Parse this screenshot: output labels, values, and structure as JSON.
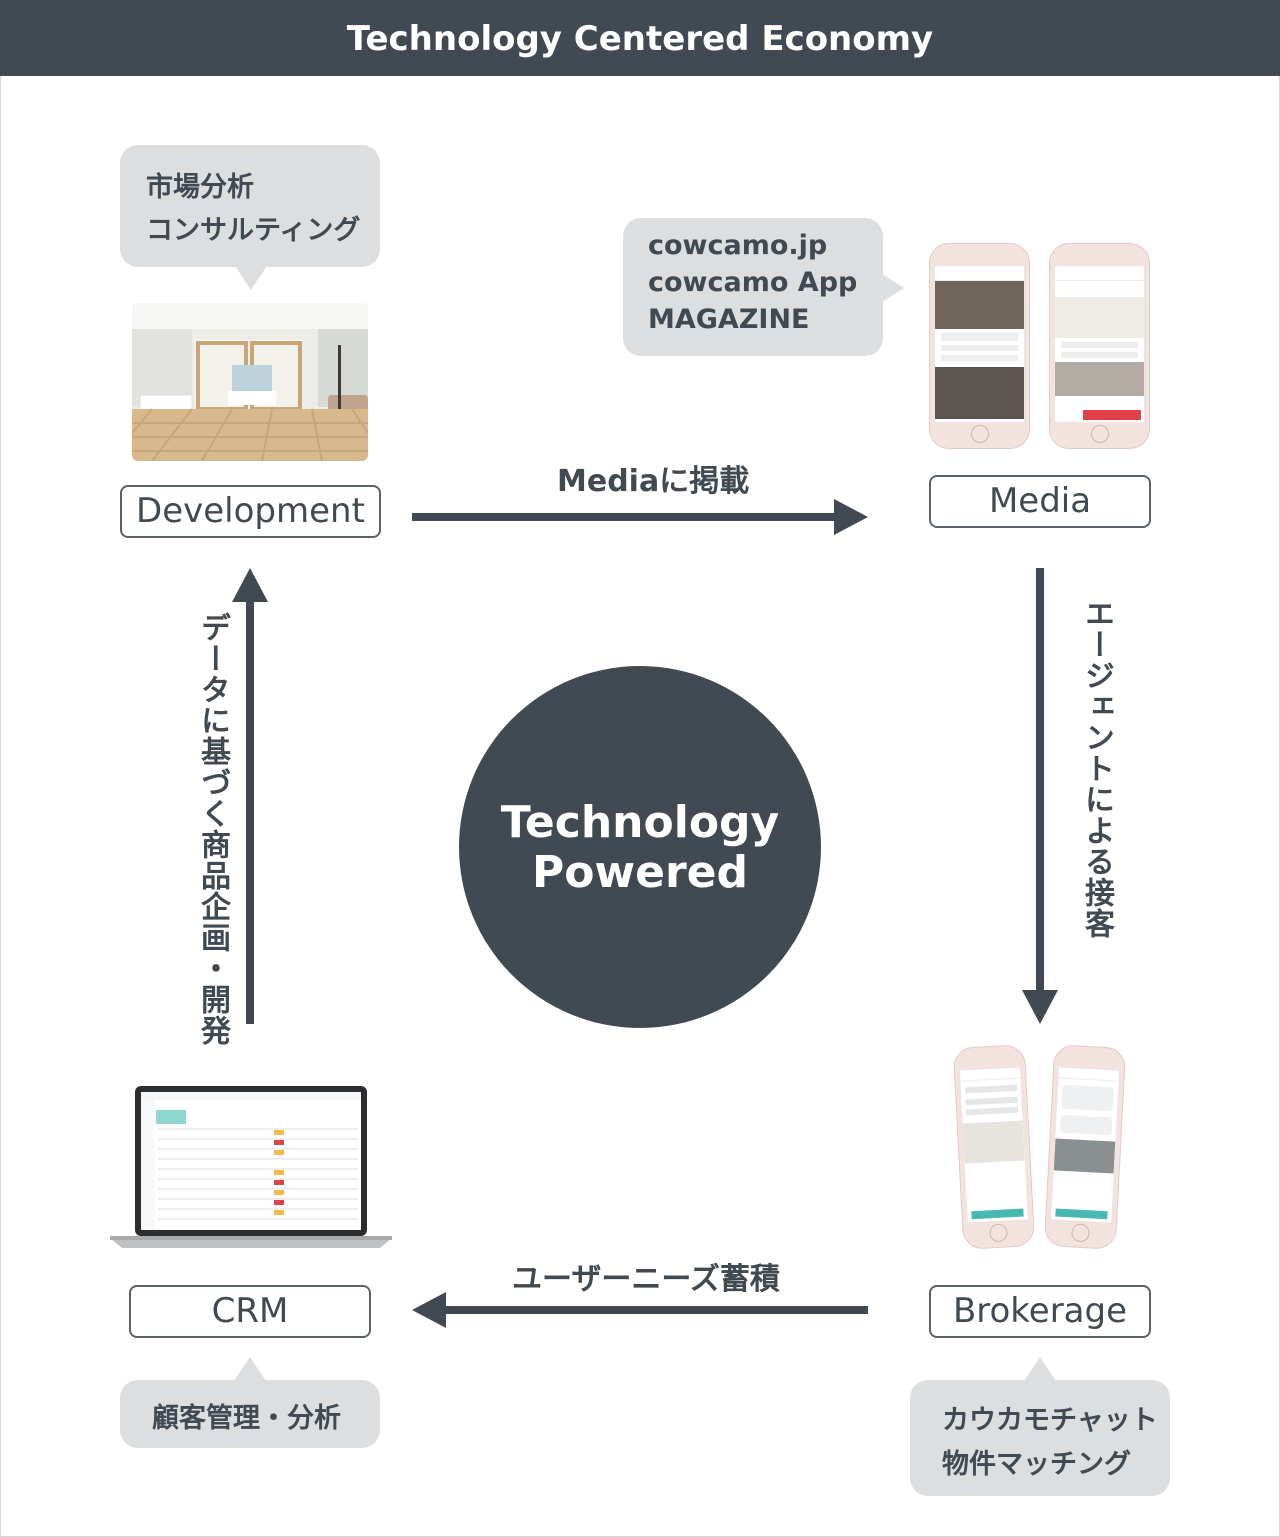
{
  "header": {
    "title": "Technology Centered Economy"
  },
  "center": {
    "line1": "Technology",
    "line2": "Powered"
  },
  "nodes": {
    "development": {
      "label": "Development",
      "bubble_lines": [
        "市場分析",
        "コンサルティング"
      ]
    },
    "media": {
      "label": "Media",
      "bubble_lines": [
        "cowcamo.jp",
        "cowcamo App",
        "MAGAZINE"
      ]
    },
    "brokerage": {
      "label": "Brokerage",
      "bubble_lines": [
        "カウカモチャット",
        "物件マッチング"
      ]
    },
    "crm": {
      "label": "CRM",
      "bubble_lines": [
        "顧客管理・分析"
      ]
    }
  },
  "flows": {
    "development_to_media": "Mediaに掲載",
    "media_to_brokerage": "エージェントによる接客",
    "brokerage_to_crm": "ユーザーニーズ蓄積",
    "crm_to_development": "データに基づく商品企画・開発"
  },
  "colors": {
    "primary": "#414a52",
    "bubble": "#dcdee0",
    "accent_teal": "#47b8b2",
    "accent_red": "#e0404a"
  }
}
